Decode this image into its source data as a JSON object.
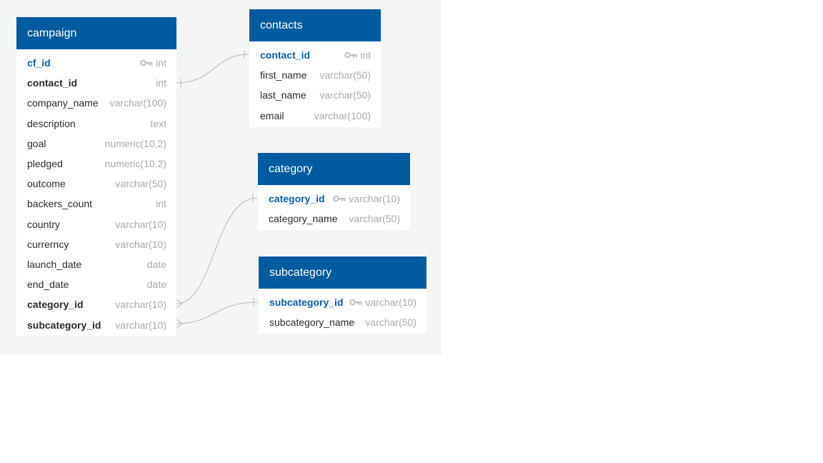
{
  "colors": {
    "header": "#005ba1",
    "canvas": "#f4f5f5",
    "primary_key_text": "#0a5fa8",
    "connector": "#c2c2c2"
  },
  "tables": {
    "campaign": {
      "title": "campaign",
      "fields": [
        {
          "name": "cf_id",
          "type": "int",
          "pk": true
        },
        {
          "name": "contact_id",
          "type": "int",
          "key": true
        },
        {
          "name": "company_name",
          "type": "varchar(100)"
        },
        {
          "name": "description",
          "type": "text"
        },
        {
          "name": "goal",
          "type": "numeric(10,2)"
        },
        {
          "name": "pledged",
          "type": "numeric(10,2)"
        },
        {
          "name": "outcome",
          "type": "varchar(50)"
        },
        {
          "name": "backers_count",
          "type": "int"
        },
        {
          "name": "country",
          "type": "varchar(10)"
        },
        {
          "name": "currerncy",
          "type": "varchar(10)"
        },
        {
          "name": "launch_date",
          "type": "date"
        },
        {
          "name": "end_date",
          "type": "date"
        },
        {
          "name": "category_id",
          "type": "varchar(10)",
          "key": true
        },
        {
          "name": "subcategory_id",
          "type": "varchar(10)",
          "key": true
        }
      ]
    },
    "contacts": {
      "title": "contacts",
      "fields": [
        {
          "name": "contact_id",
          "type": "int",
          "pk": true
        },
        {
          "name": "first_name",
          "type": "varchar(50)"
        },
        {
          "name": "last_name",
          "type": "varchar(50)"
        },
        {
          "name": "email",
          "type": "varchar(100)"
        }
      ]
    },
    "category": {
      "title": "category",
      "fields": [
        {
          "name": "category_id",
          "type": "varchar(10)",
          "pk": true
        },
        {
          "name": "category_name",
          "type": "varchar(50)"
        }
      ]
    },
    "subcategory": {
      "title": "subcategory",
      "fields": [
        {
          "name": "subcategory_id",
          "type": "varchar(10)",
          "pk": true
        },
        {
          "name": "subcategory_name",
          "type": "varchar(50)"
        }
      ]
    }
  }
}
